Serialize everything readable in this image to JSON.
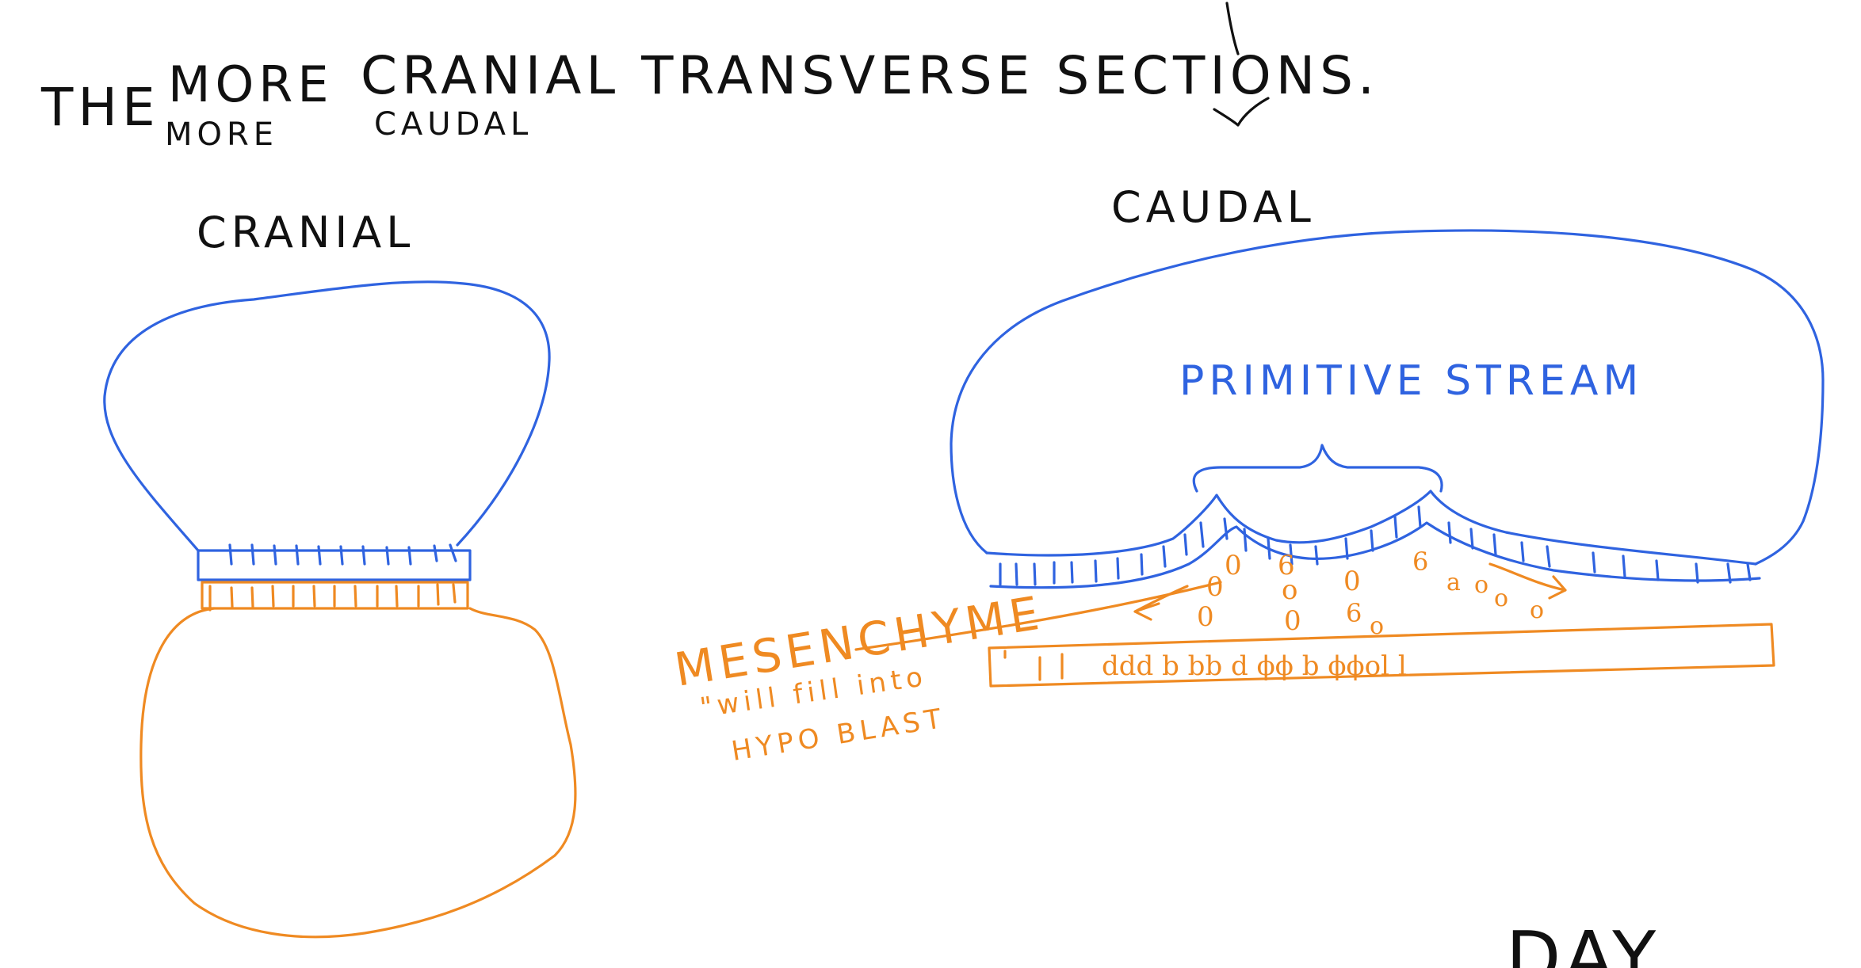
{
  "canvas": {
    "background": "#ffffff",
    "colors": {
      "black_ink": "#111111",
      "blue_ink": "#2f63e0",
      "orange_ink": "#ef8a22"
    }
  },
  "header": {
    "line1_the": "THE",
    "line1_more": "MORE",
    "line1_rest": "CRANIAL  TRANSVERSE  SECTIONS.",
    "line2_more": "MORE",
    "line2_caudal": "CAUDAL"
  },
  "left_diagram": {
    "title": "CRANIAL"
  },
  "right_diagram": {
    "title": "CAUDAL",
    "primitive_label": "PRIMITIVE  STREAM"
  },
  "annotation": {
    "mesenchyme": "MESENCHYME",
    "note_line1": "\"will fill into",
    "note_line2": "HYPO BLAST"
  },
  "corner_partial": {
    "text": "DAY"
  }
}
